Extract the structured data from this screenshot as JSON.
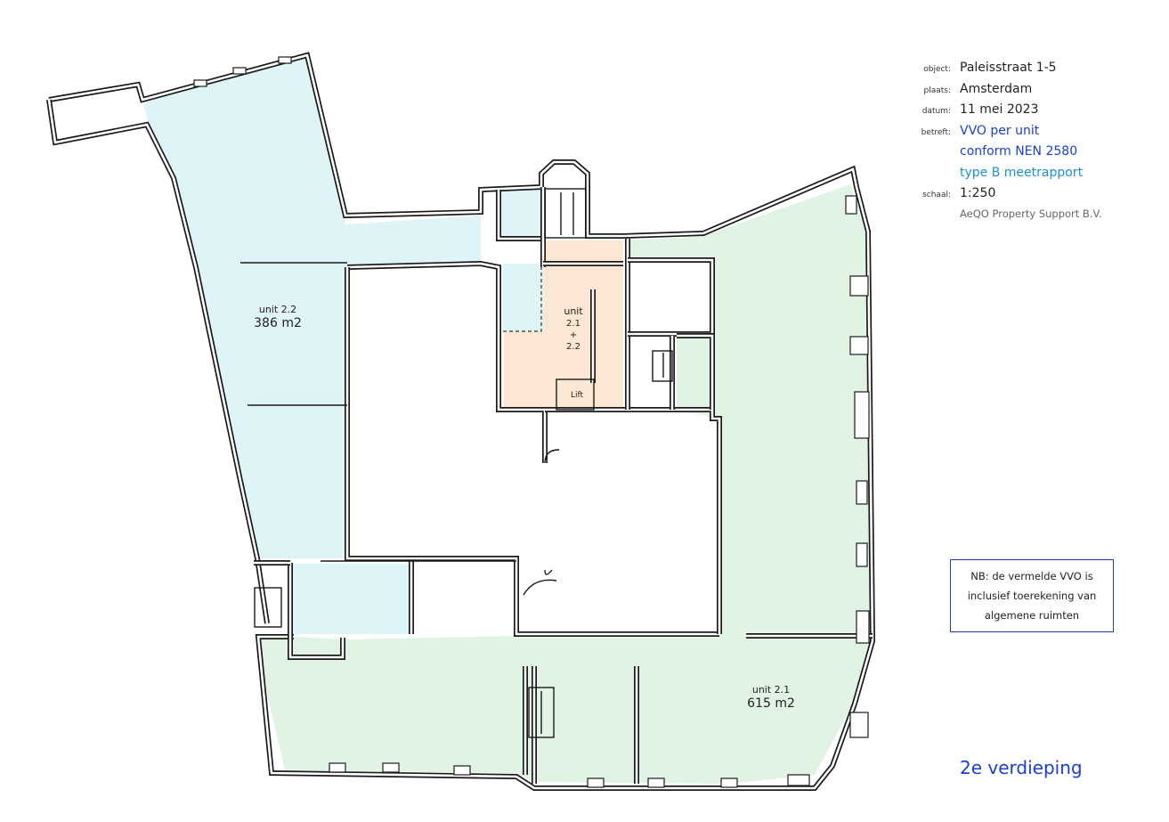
{
  "titleblock": {
    "object_key": "object:",
    "object_val": "Paleisstraat 1-5",
    "plaats_key": "plaats:",
    "plaats_val": "Amsterdam",
    "datum_key": "datum:",
    "datum_val": "11 mei 2023",
    "betreft_key": "betreft:",
    "betreft_line1": "VVO per unit",
    "betreft_line2": "conform NEN 2580",
    "betreft_line3": "type B meetrapport",
    "schaal_key": "schaal:",
    "schaal_val": "1:250",
    "company": "AeQO Property Support B.V."
  },
  "units": {
    "unit22_name": "unit 2.2",
    "unit22_area": "386 m2",
    "unit21_name": "unit 2.1",
    "unit21_area": "615 m2",
    "shared_line1": "unit",
    "shared_line2": "2.1",
    "shared_line3": "+",
    "shared_line4": "2.2",
    "lift": "Lift"
  },
  "note": {
    "line1": "NB: de vermelde VVO is",
    "line2": "inclusief toerekening van",
    "line3": "algemene ruimten"
  },
  "floor": "2e verdieping",
  "colors": {
    "unit22": "#dff4f6",
    "unit21": "#e1f3e3",
    "shared": "#fbe7d3",
    "blue_text": "#1a3fd1",
    "light_blue_text": "#1a8fd8"
  }
}
